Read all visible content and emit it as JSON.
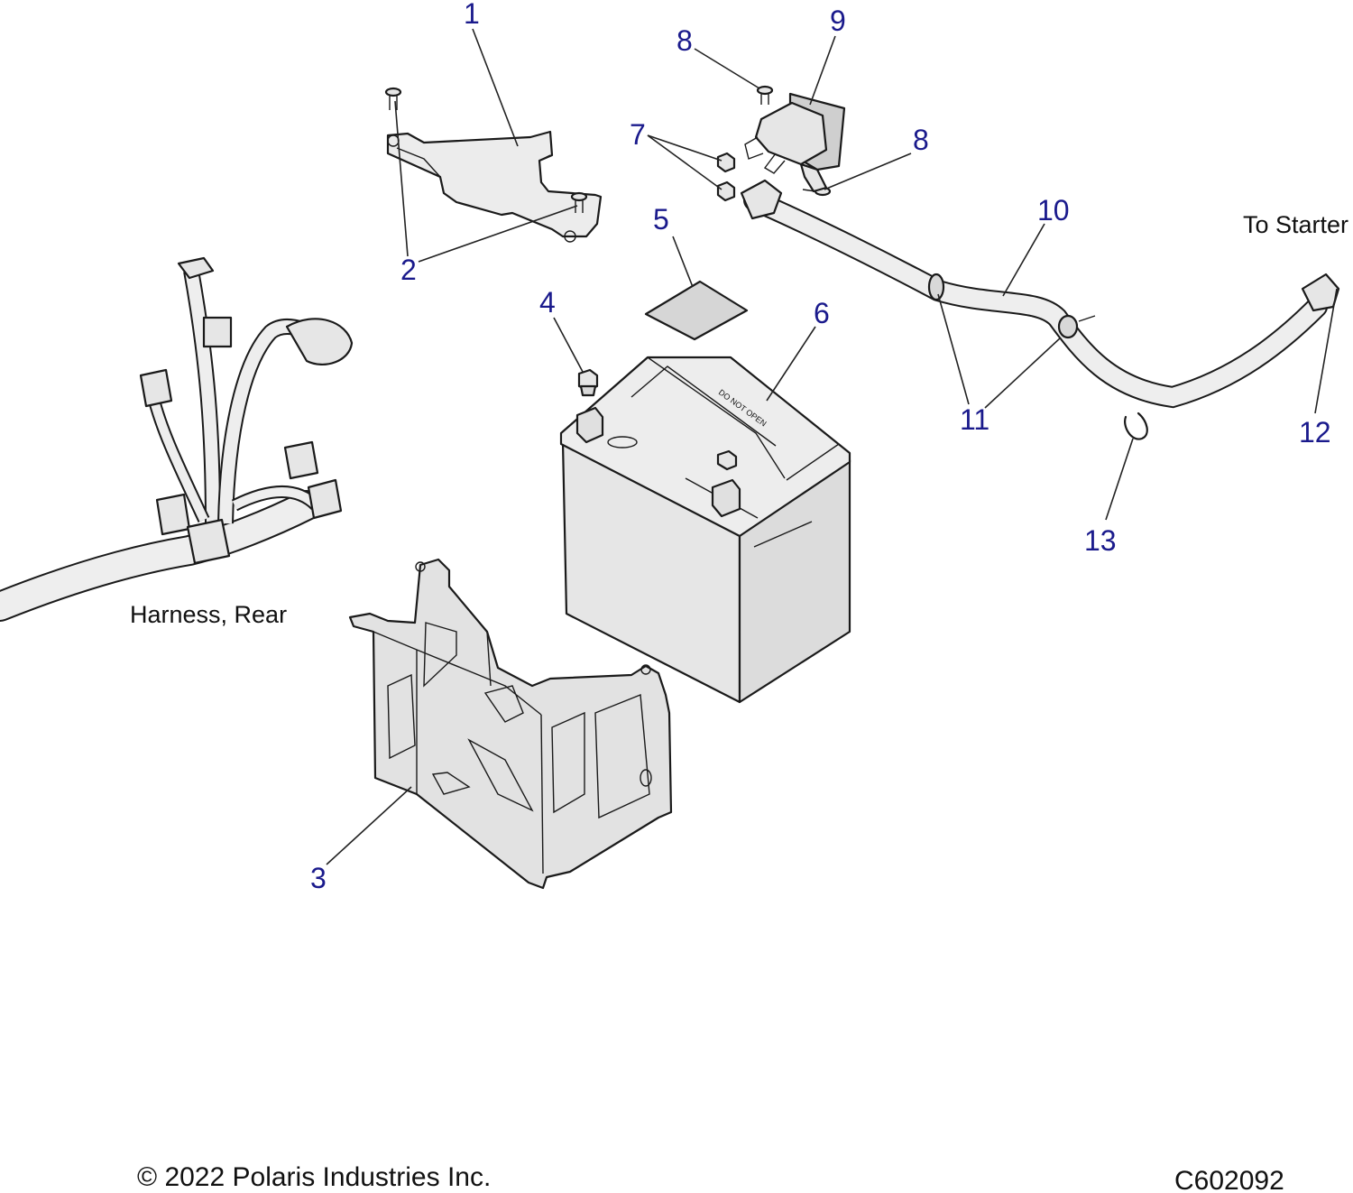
{
  "diagram": {
    "callouts": {
      "c1": "1",
      "c2": "2",
      "c3": "3",
      "c4": "4",
      "c5": "5",
      "c6": "6",
      "c7": "7",
      "c8a": "8",
      "c8b": "8",
      "c9": "9",
      "c10": "10",
      "c11": "11",
      "c12": "12",
      "c13": "13"
    },
    "notes": {
      "harness": "Harness, Rear",
      "starter": "To Starter",
      "battery_warning": "DO NOT OPEN"
    },
    "footer": {
      "copyright": "© 2022 Polaris Industries Inc.",
      "drawing_id": "C602092"
    },
    "colors": {
      "callout": "#1a1a8c",
      "part_fill": "#e6e6e6",
      "part_shade": "#cfcfcf",
      "line": "#1a1a1a"
    }
  }
}
